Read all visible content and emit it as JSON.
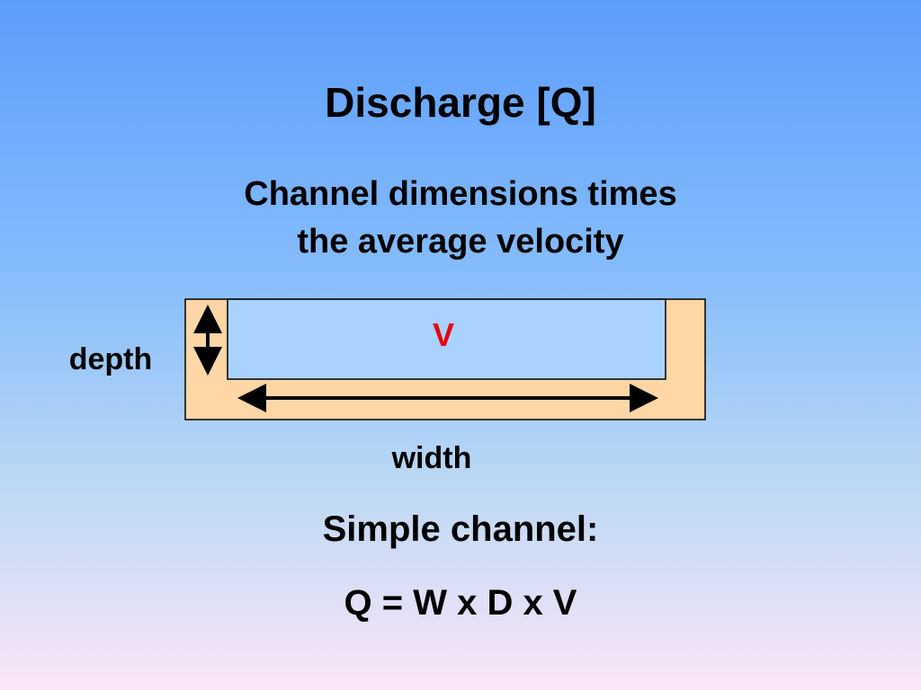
{
  "title": "Discharge [Q]",
  "subtitle": {
    "line1": "Channel dimensions times",
    "line2": "the average velocity"
  },
  "diagram": {
    "depth_label": "depth",
    "width_label": "width",
    "velocity_label": "V",
    "colors": {
      "channel_bank": "#ffd6a5",
      "water": "#a9d2ff",
      "velocity": "#e8000d",
      "outline": "#000000"
    }
  },
  "simple_channel_label": "Simple channel:",
  "formula": "Q = W x D x V"
}
